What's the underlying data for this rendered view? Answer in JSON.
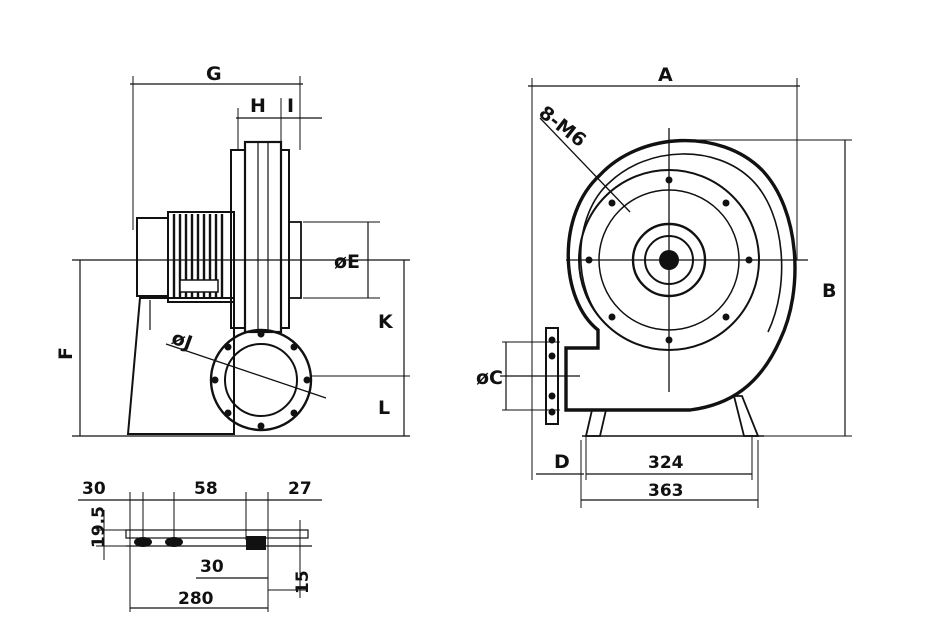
{
  "side_view": {
    "labels": {
      "G": "G",
      "H": "H",
      "I": "I",
      "E": "øE",
      "K": "K",
      "L": "L",
      "F": "F",
      "J": "øJ"
    }
  },
  "front_view": {
    "labels": {
      "A": "A",
      "B": "B",
      "C": "øC",
      "D": "D",
      "holes": "8-M6",
      "d324": "324",
      "d363": "363"
    }
  },
  "base_detail": {
    "labels": {
      "d30_top": "30",
      "d58": "58",
      "d27": "27",
      "d19_5": "19.5",
      "d30_bottom": "30",
      "d15": "15",
      "d280": "280"
    }
  }
}
